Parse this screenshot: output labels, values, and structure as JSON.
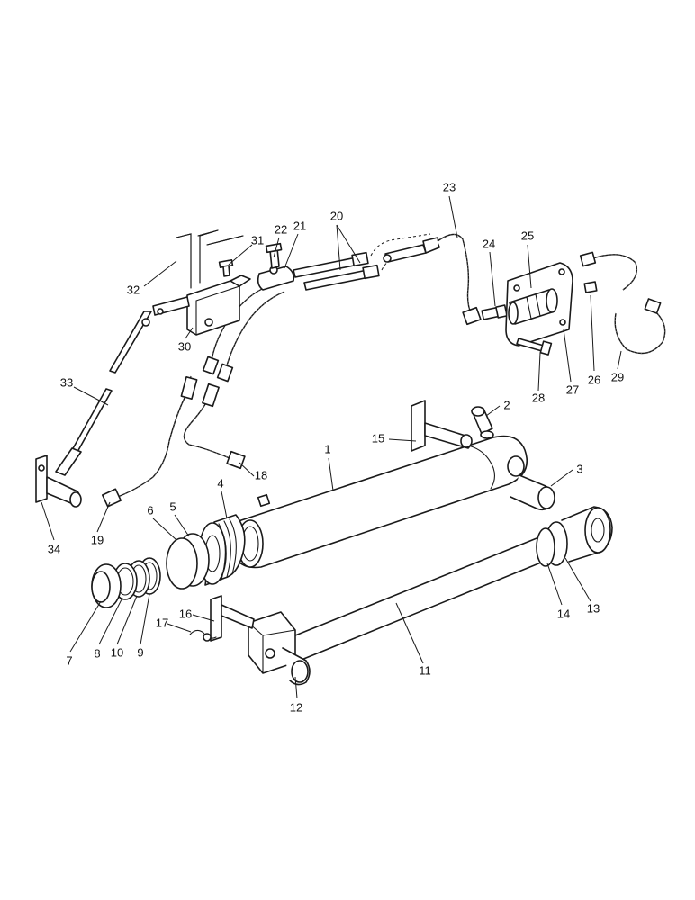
{
  "callouts": [
    {
      "id": "1",
      "label": "1"
    },
    {
      "id": "2",
      "label": "2"
    },
    {
      "id": "3",
      "label": "3"
    },
    {
      "id": "4",
      "label": "4"
    },
    {
      "id": "5",
      "label": "5"
    },
    {
      "id": "6",
      "label": "6"
    },
    {
      "id": "7",
      "label": "7"
    },
    {
      "id": "8",
      "label": "8"
    },
    {
      "id": "9",
      "label": "9"
    },
    {
      "id": "10",
      "label": "10"
    },
    {
      "id": "11",
      "label": "11"
    },
    {
      "id": "12",
      "label": "12"
    },
    {
      "id": "13",
      "label": "13"
    },
    {
      "id": "14",
      "label": "14"
    },
    {
      "id": "15",
      "label": "15"
    },
    {
      "id": "16",
      "label": "16"
    },
    {
      "id": "17",
      "label": "17"
    },
    {
      "id": "18",
      "label": "18"
    },
    {
      "id": "19",
      "label": "19"
    },
    {
      "id": "20",
      "label": "20"
    },
    {
      "id": "21",
      "label": "21"
    },
    {
      "id": "22",
      "label": "22"
    },
    {
      "id": "23",
      "label": "23"
    },
    {
      "id": "24",
      "label": "24"
    },
    {
      "id": "25",
      "label": "25"
    },
    {
      "id": "26",
      "label": "26"
    },
    {
      "id": "27",
      "label": "27"
    },
    {
      "id": "28",
      "label": "28"
    },
    {
      "id": "29",
      "label": "29"
    },
    {
      "id": "30",
      "label": "30"
    },
    {
      "id": "31",
      "label": "31"
    },
    {
      "id": "32",
      "label": "32"
    },
    {
      "id": "33",
      "label": "33"
    },
    {
      "id": "34",
      "label": "34"
    }
  ]
}
